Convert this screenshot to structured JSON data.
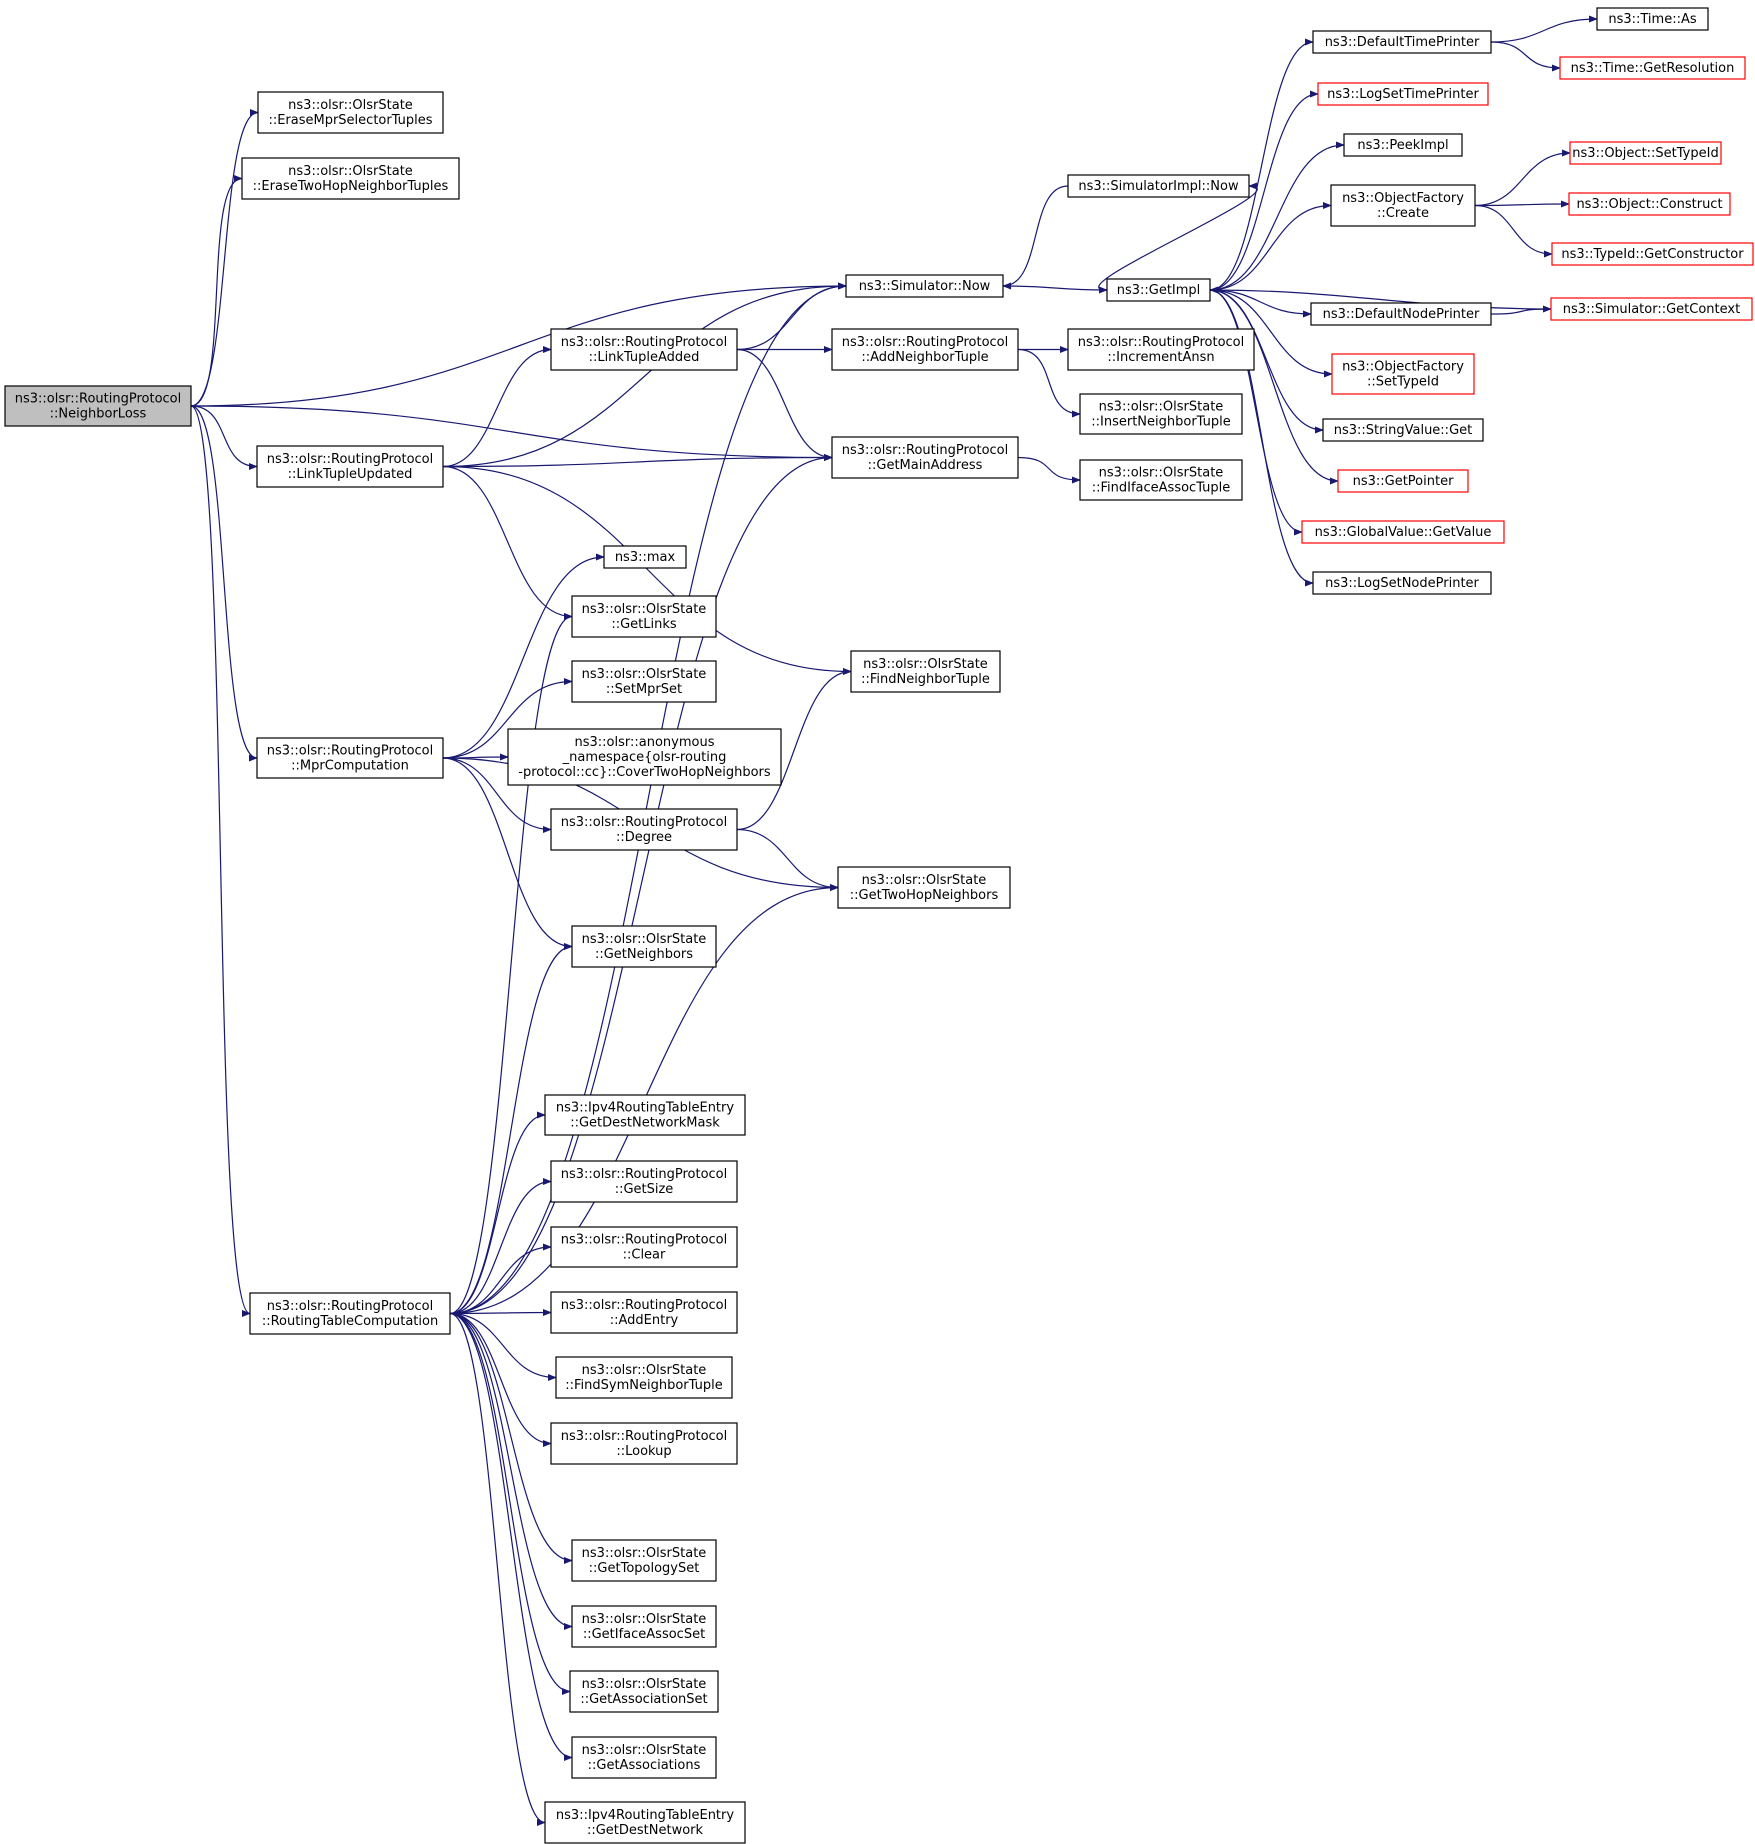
{
  "colors": {
    "edge": "#191970",
    "border_normal": "#000000",
    "border_truncated": "#ff0000",
    "root_fill": "#bfbfbf",
    "fill": "#ffffff"
  },
  "nodes": [
    {
      "id": "n0",
      "lines": [
        "ns3::olsr::RoutingProtocol",
        "::NeighborLoss"
      ],
      "kind": "root"
    },
    {
      "id": "n1",
      "lines": [
        "ns3::olsr::OlsrState",
        "::EraseMprSelectorTuples"
      ]
    },
    {
      "id": "n2",
      "lines": [
        "ns3::olsr::OlsrState",
        "::EraseTwoHopNeighborTuples"
      ]
    },
    {
      "id": "n3",
      "lines": [
        "ns3::Simulator::Now"
      ]
    },
    {
      "id": "n4",
      "lines": [
        "ns3::olsr::RoutingProtocol",
        "::LinkTupleUpdated"
      ]
    },
    {
      "id": "n5",
      "lines": [
        "ns3::olsr::RoutingProtocol",
        "::GetMainAddress"
      ]
    },
    {
      "id": "n6",
      "lines": [
        "ns3::olsr::RoutingProtocol",
        "::MprComputation"
      ]
    },
    {
      "id": "n7",
      "lines": [
        "ns3::olsr::RoutingProtocol",
        "::RoutingTableComputation"
      ]
    },
    {
      "id": "n8",
      "lines": [
        "ns3::SimulatorImpl::Now"
      ]
    },
    {
      "id": "n9",
      "lines": [
        "ns3::GetImpl"
      ]
    },
    {
      "id": "n10",
      "lines": [
        "ns3::DefaultTimePrinter"
      ]
    },
    {
      "id": "n11",
      "lines": [
        "ns3::Time::As"
      ]
    },
    {
      "id": "n12",
      "lines": [
        "ns3::Time::GetResolution"
      ],
      "kind": "truncated"
    },
    {
      "id": "n13",
      "lines": [
        "ns3::LogSetTimePrinter"
      ],
      "kind": "truncated"
    },
    {
      "id": "n14",
      "lines": [
        "ns3::PeekImpl"
      ]
    },
    {
      "id": "n15",
      "lines": [
        "ns3::ObjectFactory",
        "::Create"
      ]
    },
    {
      "id": "n16",
      "lines": [
        "ns3::Object::SetTypeId"
      ],
      "kind": "truncated"
    },
    {
      "id": "n17",
      "lines": [
        "ns3::Object::Construct"
      ],
      "kind": "truncated"
    },
    {
      "id": "n18",
      "lines": [
        "ns3::TypeId::GetConstructor"
      ],
      "kind": "truncated"
    },
    {
      "id": "n19",
      "lines": [
        "ns3::DefaultNodePrinter"
      ]
    },
    {
      "id": "n20",
      "lines": [
        "ns3::Simulator::GetContext"
      ],
      "kind": "truncated"
    },
    {
      "id": "n21",
      "lines": [
        "ns3::ObjectFactory",
        "::SetTypeId"
      ],
      "kind": "truncated"
    },
    {
      "id": "n22",
      "lines": [
        "ns3::StringValue::Get"
      ]
    },
    {
      "id": "n23",
      "lines": [
        "ns3::GetPointer"
      ],
      "kind": "truncated"
    },
    {
      "id": "n24",
      "lines": [
        "ns3::GlobalValue::GetValue"
      ],
      "kind": "truncated"
    },
    {
      "id": "n25",
      "lines": [
        "ns3::LogSetNodePrinter"
      ]
    },
    {
      "id": "n26",
      "lines": [
        "ns3::olsr::RoutingProtocol",
        "::LinkTupleAdded"
      ]
    },
    {
      "id": "n27",
      "lines": [
        "ns3::olsr::RoutingProtocol",
        "::AddNeighborTuple"
      ]
    },
    {
      "id": "n28",
      "lines": [
        "ns3::olsr::RoutingProtocol",
        "::IncrementAnsn"
      ]
    },
    {
      "id": "n29",
      "lines": [
        "ns3::olsr::OlsrState",
        "::InsertNeighborTuple"
      ]
    },
    {
      "id": "n30",
      "lines": [
        "ns3::olsr::OlsrState",
        "::FindIfaceAssocTuple"
      ]
    },
    {
      "id": "n31",
      "lines": [
        "ns3::olsr::OlsrState",
        "::GetLinks"
      ]
    },
    {
      "id": "n32",
      "lines": [
        "ns3::olsr::OlsrState",
        "::FindNeighborTuple"
      ]
    },
    {
      "id": "n33",
      "lines": [
        "ns3::max"
      ]
    },
    {
      "id": "n34",
      "lines": [
        "ns3::olsr::OlsrState",
        "::SetMprSet"
      ]
    },
    {
      "id": "n35",
      "lines": [
        "ns3::olsr::anonymous",
        "_namespace{olsr-routing",
        "-protocol::cc}::CoverTwoHopNeighbors"
      ]
    },
    {
      "id": "n36",
      "lines": [
        "ns3::olsr::RoutingProtocol",
        "::Degree"
      ]
    },
    {
      "id": "n37",
      "lines": [
        "ns3::olsr::OlsrState",
        "::GetTwoHopNeighbors"
      ]
    },
    {
      "id": "n38",
      "lines": [
        "ns3::olsr::OlsrState",
        "::GetNeighbors"
      ]
    },
    {
      "id": "n39",
      "lines": [
        "ns3::Ipv4RoutingTableEntry",
        "::GetDestNetworkMask"
      ]
    },
    {
      "id": "n40",
      "lines": [
        "ns3::olsr::RoutingProtocol",
        "::GetSize"
      ]
    },
    {
      "id": "n41",
      "lines": [
        "ns3::olsr::RoutingProtocol",
        "::Clear"
      ]
    },
    {
      "id": "n42",
      "lines": [
        "ns3::olsr::RoutingProtocol",
        "::AddEntry"
      ]
    },
    {
      "id": "n43",
      "lines": [
        "ns3::olsr::OlsrState",
        "::FindSymNeighborTuple"
      ]
    },
    {
      "id": "n44",
      "lines": [
        "ns3::olsr::RoutingProtocol",
        "::Lookup"
      ]
    },
    {
      "id": "n45",
      "lines": [
        "ns3::olsr::OlsrState",
        "::GetTopologySet"
      ]
    },
    {
      "id": "n46",
      "lines": [
        "ns3::olsr::OlsrState",
        "::GetIfaceAssocSet"
      ]
    },
    {
      "id": "n47",
      "lines": [
        "ns3::olsr::OlsrState",
        "::GetAssociationSet"
      ]
    },
    {
      "id": "n48",
      "lines": [
        "ns3::olsr::OlsrState",
        "::GetAssociations"
      ]
    },
    {
      "id": "n49",
      "lines": [
        "ns3::Ipv4RoutingTableEntry",
        "::GetDestNetwork"
      ]
    }
  ],
  "edges": [
    [
      "n0",
      "n1"
    ],
    [
      "n0",
      "n2"
    ],
    [
      "n0",
      "n3"
    ],
    [
      "n0",
      "n4"
    ],
    [
      "n0",
      "n5"
    ],
    [
      "n0",
      "n6"
    ],
    [
      "n0",
      "n7"
    ],
    [
      "n3",
      "n9"
    ],
    [
      "n8",
      "n3"
    ],
    [
      "n9",
      "n8"
    ],
    [
      "n9",
      "n10"
    ],
    [
      "n9",
      "n13"
    ],
    [
      "n9",
      "n14"
    ],
    [
      "n9",
      "n15"
    ],
    [
      "n9",
      "n19"
    ],
    [
      "n9",
      "n21"
    ],
    [
      "n9",
      "n22"
    ],
    [
      "n9",
      "n23"
    ],
    [
      "n9",
      "n24"
    ],
    [
      "n9",
      "n25"
    ],
    [
      "n10",
      "n11"
    ],
    [
      "n10",
      "n12"
    ],
    [
      "n15",
      "n16"
    ],
    [
      "n15",
      "n17"
    ],
    [
      "n15",
      "n18"
    ],
    [
      "n19",
      "n20"
    ],
    [
      "n20",
      "n9"
    ],
    [
      "n4",
      "n3"
    ],
    [
      "n4",
      "n26"
    ],
    [
      "n4",
      "n5"
    ],
    [
      "n4",
      "n31"
    ],
    [
      "n4",
      "n32"
    ],
    [
      "n26",
      "n3"
    ],
    [
      "n26",
      "n27"
    ],
    [
      "n26",
      "n5"
    ],
    [
      "n27",
      "n28"
    ],
    [
      "n27",
      "n29"
    ],
    [
      "n5",
      "n30"
    ],
    [
      "n6",
      "n33"
    ],
    [
      "n6",
      "n34"
    ],
    [
      "n6",
      "n35"
    ],
    [
      "n6",
      "n36"
    ],
    [
      "n6",
      "n37"
    ],
    [
      "n6",
      "n38"
    ],
    [
      "n36",
      "n32"
    ],
    [
      "n36",
      "n37"
    ],
    [
      "n7",
      "n31"
    ],
    [
      "n7",
      "n38"
    ],
    [
      "n7",
      "n5"
    ],
    [
      "n7",
      "n3"
    ],
    [
      "n7",
      "n39"
    ],
    [
      "n7",
      "n40"
    ],
    [
      "n7",
      "n41"
    ],
    [
      "n7",
      "n42"
    ],
    [
      "n7",
      "n43"
    ],
    [
      "n7",
      "n44"
    ],
    [
      "n7",
      "n37"
    ],
    [
      "n7",
      "n45"
    ],
    [
      "n7",
      "n46"
    ],
    [
      "n7",
      "n47"
    ],
    [
      "n7",
      "n48"
    ],
    [
      "n7",
      "n49"
    ]
  ]
}
